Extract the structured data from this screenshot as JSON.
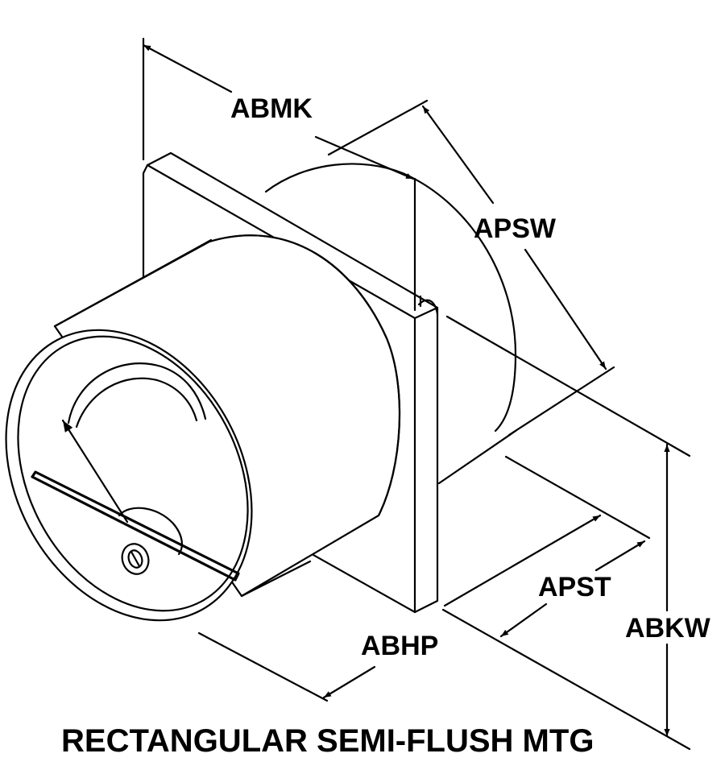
{
  "dimensions": {
    "abmk": "ABMK",
    "apsw": "APSW",
    "apst": "APST",
    "abhp": "ABHP",
    "abkw": "ABKW"
  },
  "caption": "RECTANGULAR SEMI-FLUSH MTG"
}
